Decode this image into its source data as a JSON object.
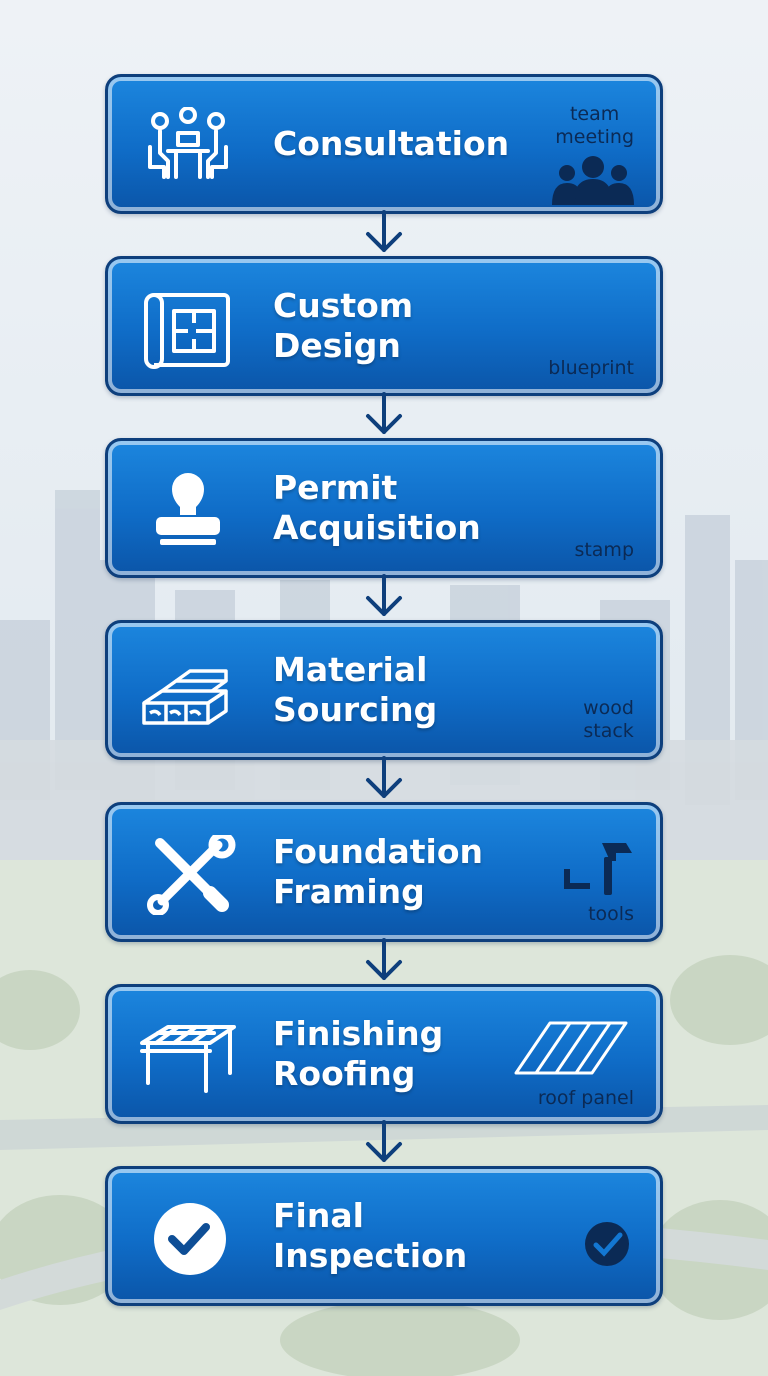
{
  "steps": [
    {
      "title": "Consultation",
      "main_icon": "team-meeting-table-icon",
      "side_label": "team\nmeeting",
      "side_icon": "people-group-icon"
    },
    {
      "title": "Custom Design",
      "main_icon": "blueprint-icon",
      "side_label": "blueprint",
      "side_icon": ""
    },
    {
      "title": "Permit\nAcquisition",
      "main_icon": "rubber-stamp-icon",
      "side_label": "stamp",
      "side_icon": ""
    },
    {
      "title": "Material\nSourcing",
      "main_icon": "lumber-stack-icon",
      "side_label": "wood\nstack",
      "side_icon": ""
    },
    {
      "title": "Foundation\nFraming",
      "main_icon": "wrench-screwdriver-icon",
      "side_label": "tools",
      "side_icon": "hammer-square-icon"
    },
    {
      "title": "Finishing\nRoofing",
      "main_icon": "pergola-icon",
      "side_label": "roof panel",
      "side_icon": "roof-panel-icon"
    },
    {
      "title": "Final\nInspection",
      "main_icon": "checkmark-circle-icon",
      "side_label": "",
      "side_icon": "approval-seal-icon"
    }
  ],
  "colors": {
    "box_fill": "#1377d2",
    "box_border": "#0e3f7c",
    "arrow": "#0e3f7c",
    "title_text": "#ffffff",
    "label_text": "#0b2a55"
  }
}
